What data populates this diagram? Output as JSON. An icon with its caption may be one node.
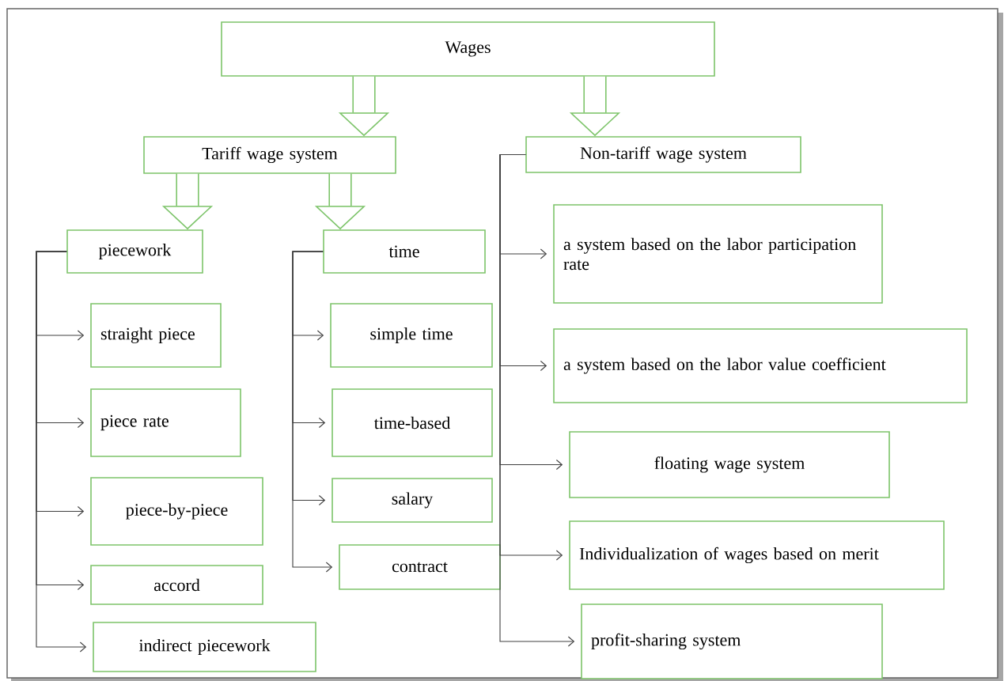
{
  "diagram": {
    "nodes": [
      {
        "text": [
          "Wages"
        ]
      },
      {
        "text": [
          "Tariff wage system"
        ]
      },
      {
        "text": [
          "Non-tariff wage system"
        ]
      },
      {
        "text": [
          "piecework"
        ]
      },
      {
        "text": [
          "time"
        ]
      },
      {
        "text": [
          "straight piece"
        ]
      },
      {
        "text": [
          "piece rate"
        ]
      },
      {
        "text": [
          "piece-by-piece"
        ]
      },
      {
        "text": [
          "accord"
        ]
      },
      {
        "text": [
          "indirect piecework"
        ]
      },
      {
        "text": [
          "simple time"
        ]
      },
      {
        "text": [
          "time-based"
        ]
      },
      {
        "text": [
          "salary"
        ]
      },
      {
        "text": [
          "contract"
        ]
      },
      {
        "text": [
          "a system based on the labor participation rate"
        ]
      },
      {
        "text": [
          "a system based on the labor value coefficient"
        ]
      },
      {
        "text": [
          "floating wage system"
        ]
      },
      {
        "text": [
          "Individualization of wages based on merit"
        ]
      },
      {
        "text": [
          "profit-sharing system"
        ]
      }
    ],
    "edges": [
      {
        "from": 0,
        "to": 1,
        "arrow": "to",
        "style": "thick",
        "color": "#7dc46a"
      },
      {
        "from": 0,
        "to": 2,
        "arrow": "to",
        "style": "thick",
        "color": "#7dc46a"
      },
      {
        "from": 1,
        "to": 3,
        "arrow": "to",
        "style": "thick",
        "color": "#7dc46a"
      },
      {
        "from": 1,
        "to": 4,
        "arrow": "to",
        "style": "thick",
        "color": "#7dc46a"
      },
      {
        "from": 3,
        "to": 5,
        "arrow": "to"
      },
      {
        "from": 3,
        "to": 6,
        "arrow": "to"
      },
      {
        "from": 3,
        "to": 7,
        "arrow": "to"
      },
      {
        "from": 3,
        "to": 8,
        "arrow": "to"
      },
      {
        "from": 3,
        "to": 9,
        "arrow": "to"
      },
      {
        "from": 4,
        "to": 10,
        "arrow": "to"
      },
      {
        "from": 4,
        "to": 11,
        "arrow": "to"
      },
      {
        "from": 4,
        "to": 12,
        "arrow": "to"
      },
      {
        "from": 4,
        "to": 13,
        "arrow": "to"
      },
      {
        "from": 2,
        "to": 14,
        "arrow": "to"
      },
      {
        "from": 2,
        "to": 15,
        "arrow": "to"
      },
      {
        "from": 2,
        "to": 16,
        "arrow": "to"
      },
      {
        "from": 2,
        "to": 17,
        "arrow": "to"
      },
      {
        "from": 2,
        "to": 18,
        "arrow": "to"
      }
    ]
  }
}
